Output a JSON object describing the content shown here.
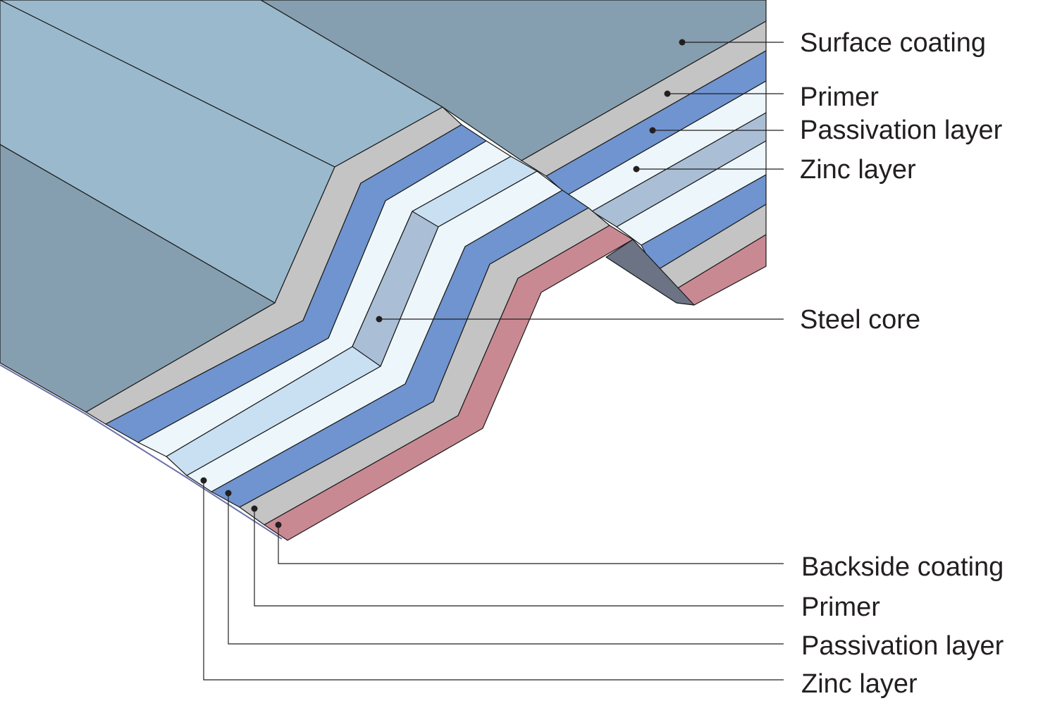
{
  "colors": {
    "surface_coating": "#869fb0",
    "surface_light": "#9ab9cd",
    "primer": "#c4c4c4",
    "passivation": "#6f94cf",
    "zinc": "#edf6fb",
    "zinc_shade": "#aabfd6",
    "steel_core": "#c8e0f2",
    "backside_coating": "#c98993",
    "dark_face": "#6b7385"
  },
  "labels": {
    "top": [
      {
        "id": "surface-coating",
        "text": "Surface coating"
      },
      {
        "id": "primer-top",
        "text": "Primer"
      },
      {
        "id": "passivation-top",
        "text": "Passivation layer"
      },
      {
        "id": "zinc-top",
        "text": "Zinc layer"
      }
    ],
    "middle": [
      {
        "id": "steel-core",
        "text": "Steel core"
      }
    ],
    "bottom": [
      {
        "id": "backside-coating",
        "text": "Backside coating"
      },
      {
        "id": "primer-bottom",
        "text": "Primer"
      },
      {
        "id": "passivation-bottom",
        "text": "Passivation layer"
      },
      {
        "id": "zinc-bottom",
        "text": "Zinc layer"
      }
    ]
  }
}
